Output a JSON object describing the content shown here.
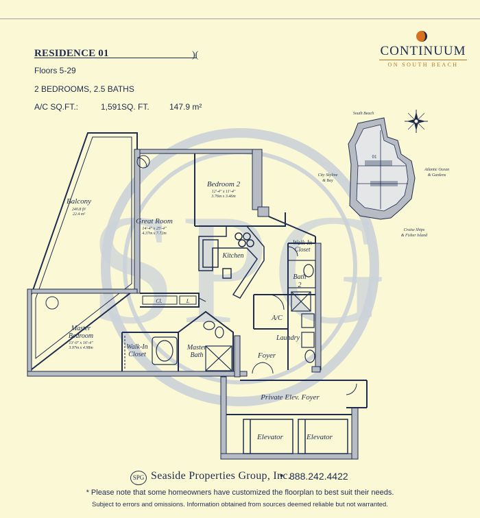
{
  "residence": {
    "title": "RESIDENCE 01",
    "floors": "Floors 5-29",
    "rooms": "2 BEDROOMS,  2.5 BATHS",
    "sqft_label": "A/C SQ.FT.:",
    "sqft_value": "1,591SQ. FT.",
    "sqm_value": "147.9 m²"
  },
  "brand": {
    "name": "CONTINUUM",
    "sub": "ON SOUTH BEACH"
  },
  "watermark": "SPG",
  "keyplan": {
    "south_beach": "South Beach",
    "city_skyline": "City Skyline",
    "city_bay": "& Bay",
    "atlantic_1": "Atlantic Ocean",
    "atlantic_2": "& Gardens",
    "cruise_1": "Cruise Ships",
    "cruise_2": "& Fisher Island"
  },
  "rooms": {
    "balcony": "Balcony",
    "balcony_dim1": "240.8 ft²",
    "balcony_dim2": "22.4 m²",
    "great_room": "Great Room",
    "great_room_dim1": "14'-4\" x 25'-4\"",
    "great_room_dim2": "4.37m x 7.72m",
    "bedroom2": "Bedroom 2",
    "bedroom2_dim1": "12'-4\" x 11'-4\"",
    "bedroom2_dim2": "3.76m x 3.46m",
    "kitchen": "Kitchen",
    "walkin_closet_1a": "Walk-In",
    "walkin_closet_1b": "Closet",
    "bath2a": "Bath",
    "bath2b": "2",
    "ac": "A/C",
    "laundry": "Laundry",
    "cl": "Cl.",
    "l": "L",
    "master_bedroom_1": "Master",
    "master_bedroom_2": "Bedroom",
    "master_bedroom_dim1": "13'-0\" x 16'-4\"",
    "master_bedroom_dim2": "3.97m x 4.98m",
    "walkin_closet_2a": "Walk-In",
    "walkin_closet_2b": "Closet",
    "master_bath_1": "Master",
    "master_bath_2": "Bath",
    "foyer": "Foyer",
    "private_foyer": "Private Elev. Foyer",
    "elevator1": "Elevator",
    "elevator2": "Elevator"
  },
  "footer": {
    "logo": "SPG",
    "company": "Seaside Properties Group, Inc.",
    "bullet": "•",
    "phone": "888.242.4422",
    "note": "* Please note that some homeowners have customized the floorplan to best suit their needs.",
    "disclaimer": "Subject to errors and omissions. Information obtained from sources deemed reliable but not warranted."
  },
  "colors": {
    "background": "#fbf8d6",
    "ink": "#1d2c4e",
    "accent": "#b8721e",
    "wall_fill": "#b7bcc4",
    "watermark": "#c9d1d8"
  },
  "icons": {
    "compass": "compass-rose-icon",
    "brand_mark": "sun-mark-icon"
  }
}
